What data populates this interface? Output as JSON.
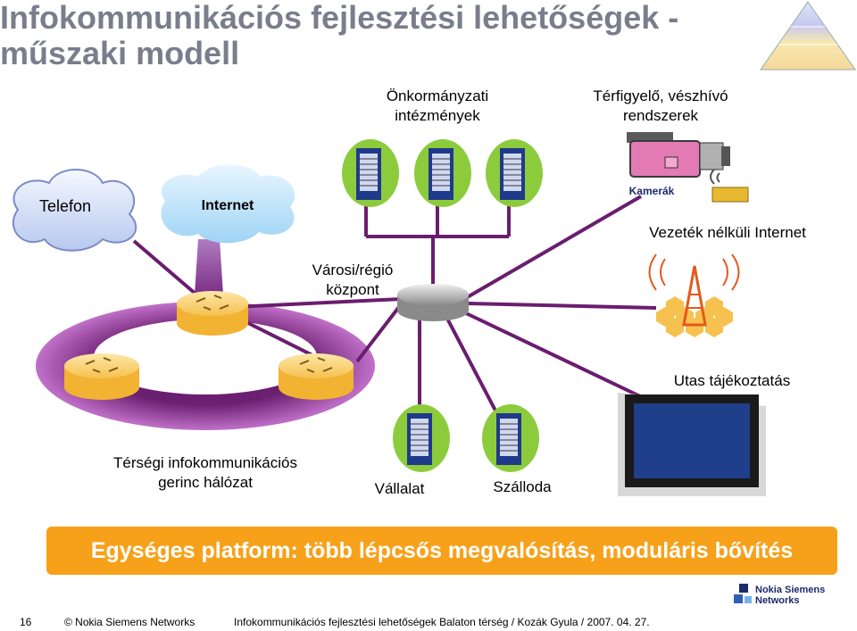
{
  "title": "Infokommunikációs fejlesztési lehetőségek - műszaki modell",
  "labels": {
    "onkormanyzati": "Önkormányzati intézmények",
    "terfigyelo": "Térfigyelő, vészhívó rendszerek",
    "telefon": "Telefon",
    "internet": "Internet",
    "kamerak": "Kamerák",
    "vezetek_nelkuli": "Vezeték nélküli Internet",
    "varosi": "Városi/régió központ",
    "utas": "Utas tájékoztatás",
    "tersegi": "Térségi infokommunikációs gerinc hálózat",
    "vallalat": "Vállalat",
    "szalloda": "Szálloda"
  },
  "banner": "Egységes platform: több lépcsős megvalósítás, moduláris bővítés",
  "footer": {
    "page": "16",
    "copyright": "© Nokia Siemens Networks",
    "info": "Infokommunikációs fejlesztési lehetőségek Balaton térség / Kozák Gyula / 2007. 04. 27."
  },
  "logo": {
    "line1": "Nokia Siemens",
    "line2": "Networks"
  },
  "colors": {
    "title": "#7a7d8c",
    "banner": "#f7a11a",
    "ring": "#8b2a8f",
    "link": "#6a1d6f",
    "server_bg": "#8ccc3c",
    "router": "#f5bc43"
  }
}
